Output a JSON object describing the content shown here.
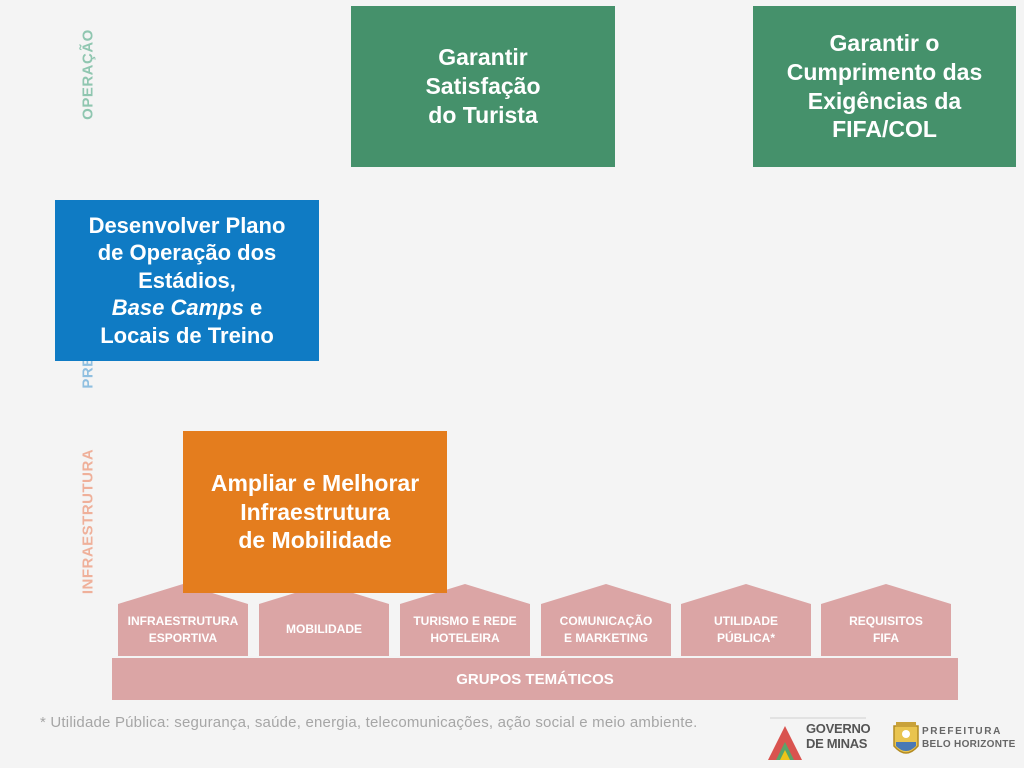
{
  "side_labels": {
    "operacao": "OPERAÇÃO",
    "preparacao_partial": "PRE",
    "infraestrutura": "INFRAESTRUTURA"
  },
  "boxes": {
    "satisfacao": [
      "Garantir",
      "Satisfação",
      "do Turista"
    ],
    "fifa": [
      "Garantir o",
      "Cumprimento das",
      "Exigências da",
      "FIFA/COL"
    ],
    "estadios": {
      "line1": "Desenvolver Plano",
      "line2": "de Operação dos",
      "line3": "Estádios,",
      "line4_italic": "Base Camps",
      "line4_rest": " e",
      "line5": "Locais de Treino"
    },
    "mobilidade": [
      "Ampliar e Melhorar",
      "Infraestrutura",
      "de Mobilidade"
    ]
  },
  "groups": [
    {
      "line1": "INFRAESTRUTURA",
      "line2": "ESPORTIVA"
    },
    {
      "line1": "MOBILIDADE",
      "line2": ""
    },
    {
      "line1": "TURISMO E REDE",
      "line2": "HOTELEIRA"
    },
    {
      "line1": "COMUNICAÇÃO",
      "line2": "E MARKETING"
    },
    {
      "line1": "UTILIDADE",
      "line2": "PÚBLICA*"
    },
    {
      "line1": "REQUISITOS",
      "line2": "FIFA"
    }
  ],
  "base_label": "GRUPOS TEMÁTICOS",
  "footnote": "* Utilidade Pública: segurança, saúde, energia, telecomunicações, ação social e meio ambiente.",
  "logos": {
    "governo": {
      "line1": "GOVERNO",
      "line2": "DE MINAS"
    },
    "prefeitura": {
      "line1": "PREFEITURA",
      "line2": "BELO HORIZONTE"
    }
  },
  "colors": {
    "background": "#f4f4f4",
    "green": "#45916b",
    "blue": "#0f7bc4",
    "orange": "#e47d1e",
    "pink": "#dba5a5",
    "label_green": "#8fc6b0",
    "label_blue": "#8fbfe0",
    "label_orange": "#efb09a"
  }
}
